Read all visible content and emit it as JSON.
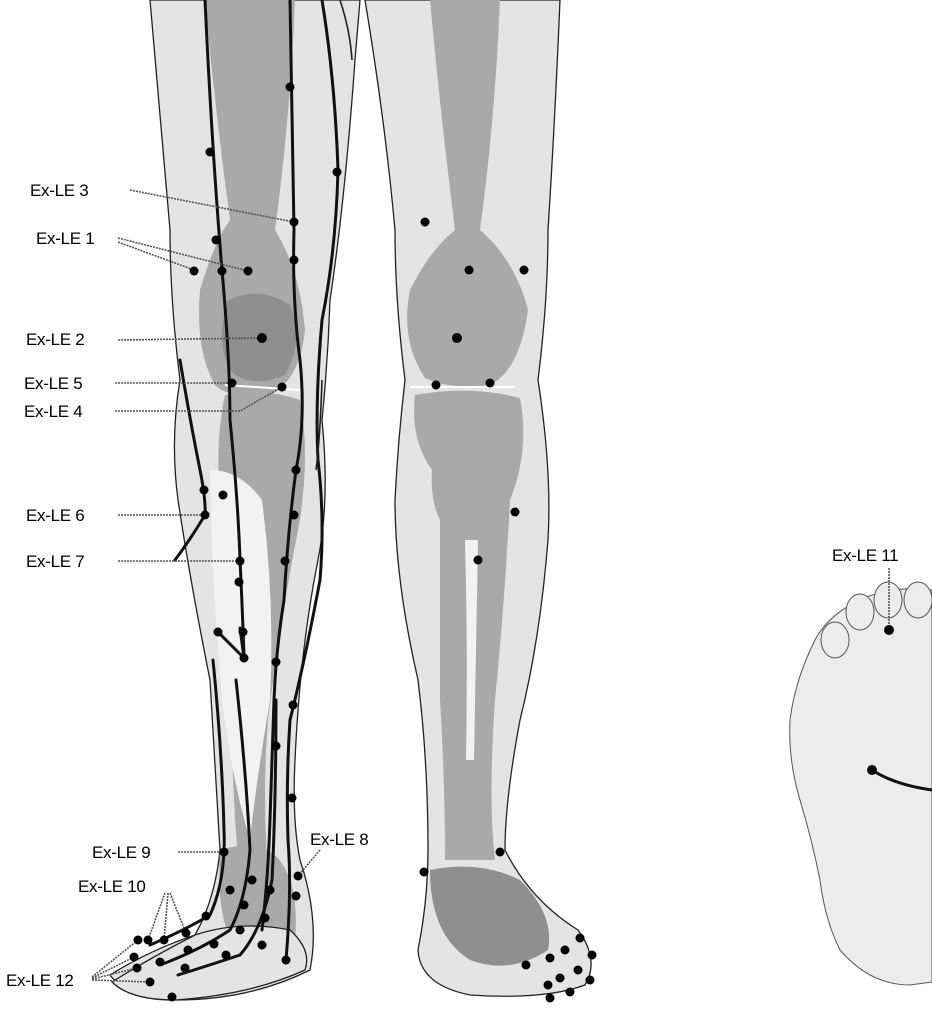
{
  "labels": {
    "ex_le_3": "Ex-LE 3",
    "ex_le_1": "Ex-LE 1",
    "ex_le_2": "Ex-LE 2",
    "ex_le_5": "Ex-LE 5",
    "ex_le_4": "Ex-LE 4",
    "ex_le_6": "Ex-LE 6",
    "ex_le_7": "Ex-LE 7",
    "ex_le_9": "Ex-LE 9",
    "ex_le_10": "Ex-LE 10",
    "ex_le_12": "Ex-LE 12",
    "ex_le_8": "Ex-LE 8",
    "ex_le_11": "Ex-LE 11"
  },
  "colors": {
    "skin": "#e4e4e4",
    "bone": "#a9a9a9",
    "outline": "#222222",
    "point": "#000000",
    "background": "#ffffff"
  }
}
